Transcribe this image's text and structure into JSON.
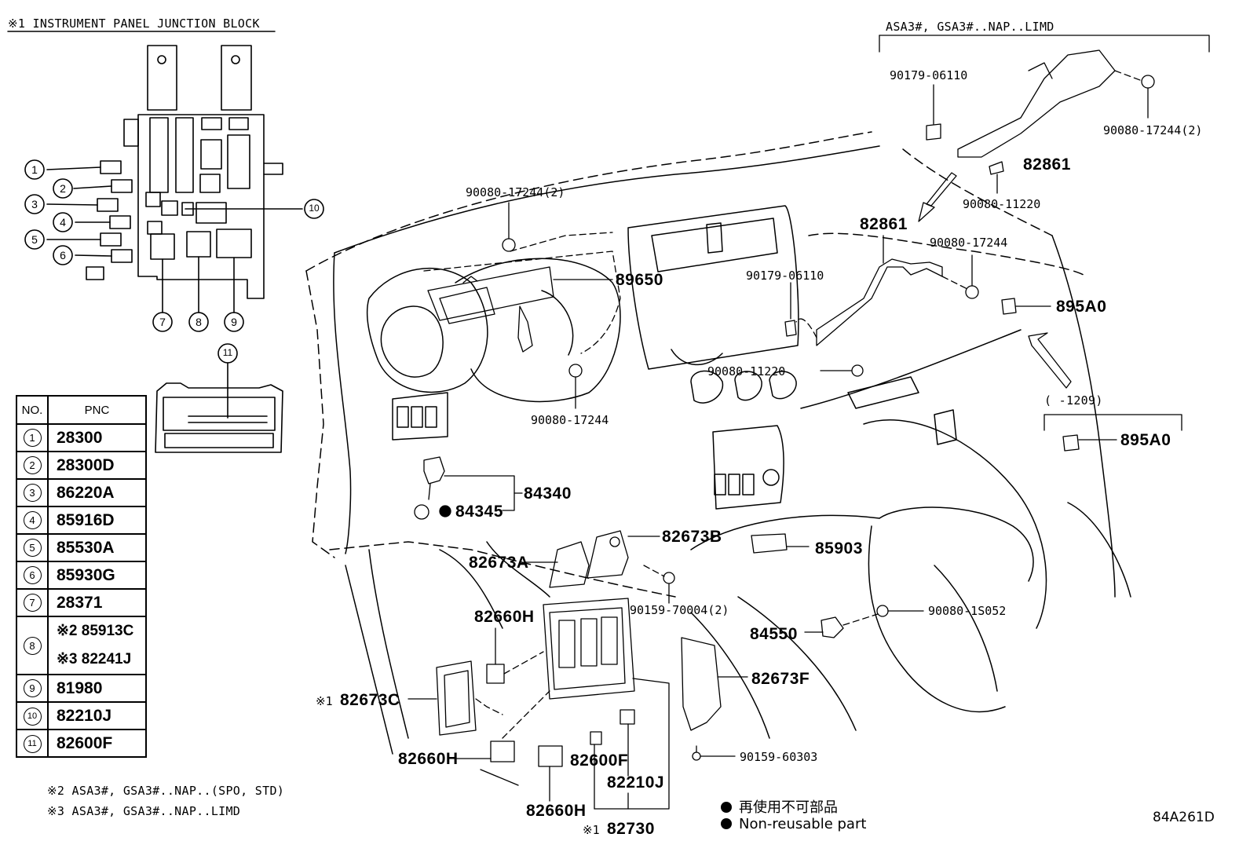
{
  "title": "※1 INSTRUMENT PANEL JUNCTION BLOCK",
  "variant_header": "ASA3#, GSA3#..NAP..LIMD",
  "date_bracket": "(      -1209)",
  "figure_code": "84A261D",
  "table": {
    "headers": [
      "NO.",
      "PNC"
    ],
    "rows": [
      {
        "no": "1",
        "pnc": [
          "28300"
        ]
      },
      {
        "no": "2",
        "pnc": [
          "28300D"
        ]
      },
      {
        "no": "3",
        "pnc": [
          "86220A"
        ]
      },
      {
        "no": "4",
        "pnc": [
          "85916D"
        ]
      },
      {
        "no": "5",
        "pnc": [
          "85530A"
        ]
      },
      {
        "no": "6",
        "pnc": [
          "85930G"
        ]
      },
      {
        "no": "7",
        "pnc": [
          "28371"
        ]
      },
      {
        "no": "8",
        "pnc": [
          "※2 85913C",
          "※3 82241J"
        ]
      },
      {
        "no": "9",
        "pnc": [
          "81980"
        ]
      },
      {
        "no": "10",
        "pnc": [
          "82210J"
        ]
      },
      {
        "no": "11",
        "pnc": [
          "82600F"
        ]
      }
    ]
  },
  "footnotes": [
    "※2 ASA3#, GSA3#..NAP..(SPO, STD)",
    "※3 ASA3#, GSA3#..NAP..LIMD"
  ],
  "legend": {
    "jp": "再使用不可部品",
    "en": "Non-reusable part"
  },
  "callouts": [
    "1",
    "2",
    "3",
    "4",
    "5",
    "6",
    "7",
    "8",
    "9",
    "10",
    "11"
  ],
  "part_labels": {
    "p90179_06110_a": "90179-06110",
    "p90080_17244_2_a": "90080-17244(2)",
    "p82861_a": "82861",
    "p90080_11220_a": "90080-11220",
    "p82861_b": "82861",
    "p90080_17244_a": "90080-17244",
    "p895A0_a": "895A0",
    "p90080_17244_2_b": "90080-17244(2)",
    "p89650": "89650",
    "p90179_06110_b": "90179-06110",
    "p90080_11220_b": "90080-11220",
    "p90080_17244_b": "90080-17244",
    "p895A0_b": "895A0",
    "p84340": "84340",
    "p84345": "84345",
    "p82673B": "82673B",
    "p82673A": "82673A",
    "p85903": "85903",
    "p90159_70004": "90159-70004(2)",
    "p90080_1S052": "90080-1S052",
    "p82660H_a": "82660H",
    "p84550": "84550",
    "p82673C": "82673C",
    "p82673C_mark": "※1",
    "p82673F": "82673F",
    "p90159_60303": "90159-60303",
    "p82660H_b": "82660H",
    "p82600F": "82600F",
    "p82210J": "82210J",
    "p82660H_c": "82660H",
    "p82730": "82730",
    "p82730_mark": "※1"
  }
}
